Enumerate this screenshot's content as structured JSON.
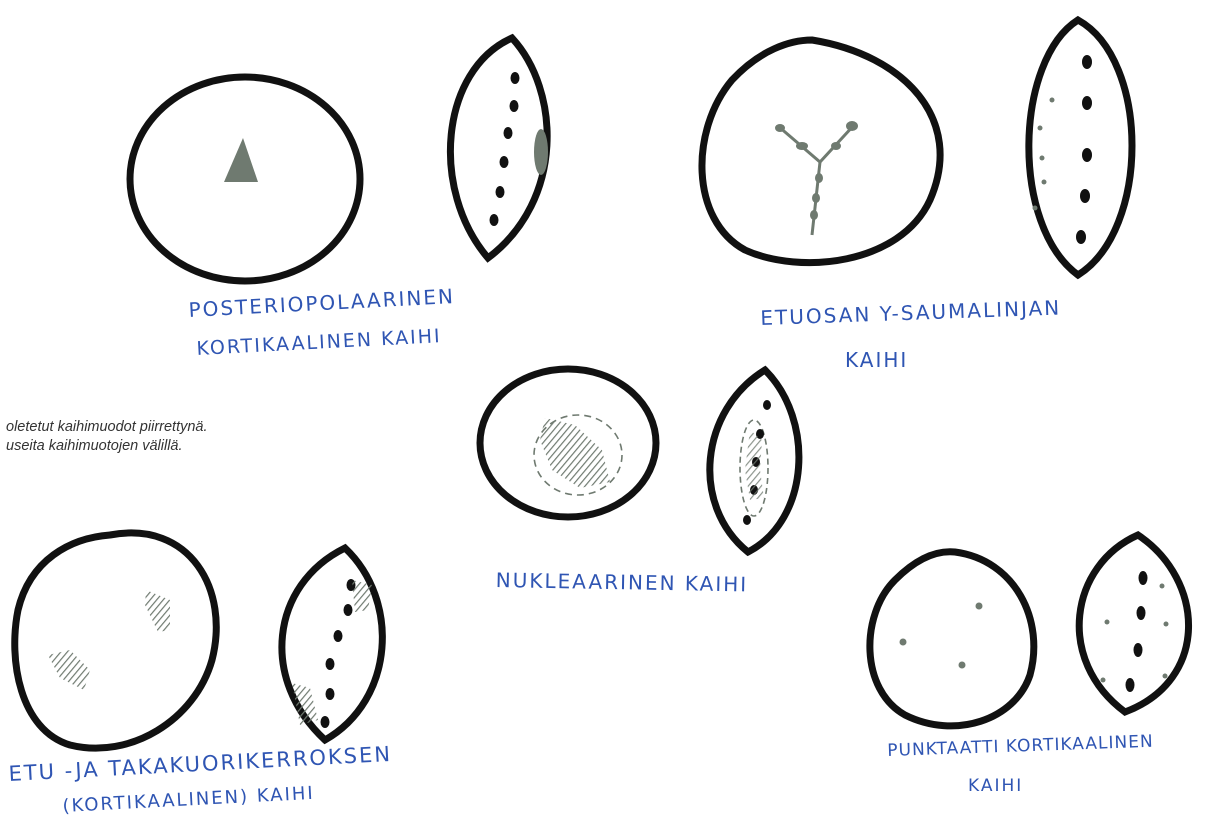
{
  "caption": {
    "line1": "oletetut kaihimuodot piirrettynä.",
    "line2": "useita kaihimuotojen välillä."
  },
  "labels": {
    "posterior": {
      "line1": "POSTERIOPOLAARINEN",
      "line2": "KORTIKAALINEN KAIHI"
    },
    "anterior_y": {
      "line1": "ETUOSAN Y-SAUMALINJAN",
      "line2": "KAIHI"
    },
    "nuclear": {
      "line1": "NUKLEAARINEN KAIHI"
    },
    "front_back": {
      "line1": "ETU -JA TAKAKUORIKERROKSEN",
      "line2": "(KORTIKAALINEN) KAIHI"
    },
    "punctate": {
      "line1": "PUNKTAATTI KORTIKAALINEN",
      "line2": "KAIHI"
    }
  },
  "colors": {
    "ink": "#111111",
    "label_ink": "#2f55b3",
    "opacity_mark": "#6f7a70"
  }
}
